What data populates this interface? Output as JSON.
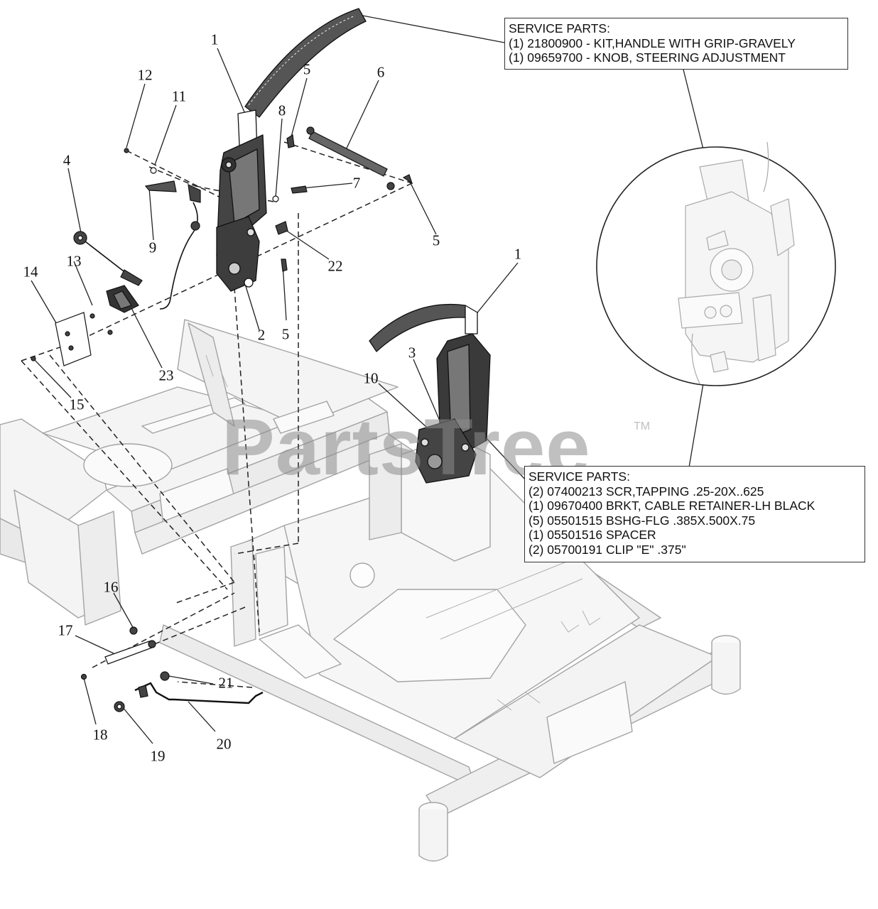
{
  "watermark": {
    "text": "PartsTree",
    "trademark": "TM"
  },
  "service_box_top": {
    "heading": "SERVICE PARTS:",
    "lines": [
      "(1) 21800900 - KIT,HANDLE WITH GRIP-GRAVELY",
      "(1) 09659700 - KNOB, STEERING ADJUSTMENT"
    ]
  },
  "service_box_bottom": {
    "heading": "SERVICE PARTS:",
    "lines": [
      "(2) 07400213 SCR,TAPPING .25-20X..625",
      "(1) 09670400 BRKT, CABLE RETAINER-LH BLACK",
      "(5) 05501515 BSHG-FLG .385X.500X.75",
      "(1) 05501516 SPACER",
      "(2) 05700191 CLIP \"E\" .375\""
    ]
  },
  "callouts": [
    {
      "id": "c1a",
      "text": "1"
    },
    {
      "id": "c12",
      "text": "12"
    },
    {
      "id": "c11",
      "text": "11"
    },
    {
      "id": "c5a",
      "text": "5"
    },
    {
      "id": "c6",
      "text": "6"
    },
    {
      "id": "c8",
      "text": "8"
    },
    {
      "id": "c4",
      "text": "4"
    },
    {
      "id": "c7",
      "text": "7"
    },
    {
      "id": "c9",
      "text": "9"
    },
    {
      "id": "c5b",
      "text": "5"
    },
    {
      "id": "c22",
      "text": "22"
    },
    {
      "id": "c13",
      "text": "13"
    },
    {
      "id": "c14",
      "text": "14"
    },
    {
      "id": "c2",
      "text": "2"
    },
    {
      "id": "c5c",
      "text": "5"
    },
    {
      "id": "c23",
      "text": "23"
    },
    {
      "id": "c15",
      "text": "15"
    },
    {
      "id": "c1b",
      "text": "1"
    },
    {
      "id": "c3",
      "text": "3"
    },
    {
      "id": "c10",
      "text": "10"
    },
    {
      "id": "c16",
      "text": "16"
    },
    {
      "id": "c17",
      "text": "17"
    },
    {
      "id": "c21",
      "text": "21"
    },
    {
      "id": "c18",
      "text": "18"
    },
    {
      "id": "c20",
      "text": "20"
    },
    {
      "id": "c19",
      "text": "19"
    }
  ],
  "colors": {
    "line": "#222222",
    "frame": "#9a9a9a",
    "frame_fill": "#f2f2f2",
    "part_fill": "#3a3a3a",
    "watermark": "#8c8c8c"
  }
}
